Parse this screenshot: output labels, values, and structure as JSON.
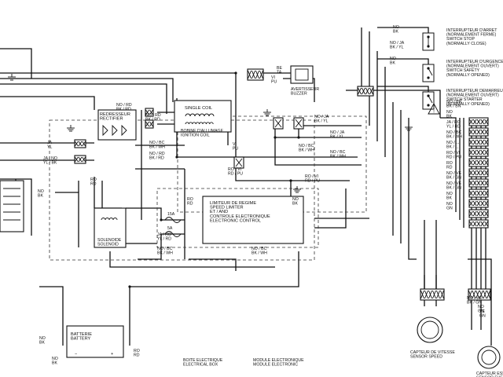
{
  "wire_labels": {
    "no_bk_top": "NO\nBK",
    "be_ta": "BE\nTA",
    "vi_pu": "VI\nPU",
    "no_ja_bk_yl_top": "NO / JA\nBK / YL",
    "no_bk_mid": "NO\nBK",
    "no_rd_bk_rd_a": "NO / RD\nBK / RD",
    "no_rd_bk_rd_b": "NO / RD\nBK / RD",
    "ja_yl": "JA\nYL",
    "ja_no_yl_bk": "JA / NO\nYL / BK",
    "no_bc_bk_wh_a": "NO / BC\nBK / WH",
    "no_rd_bk_rd_c": "NO / RD\nBK / RD",
    "vi_pu_vertical": "VI\nPU",
    "no_ja_bk_yl_mid": "NO / JA\nBK / YL",
    "no_ja_bk_yl_right": "NO / JA\nBK / YL",
    "no_bc_bk_wh_b": "NO / BC\nBK / WH",
    "no_bc_bk_wh_c": "NO / BC\nBK / WH",
    "ro_vi_rd_pu_a": "RO / VI\nRD / PU",
    "ro_vi_rd_pu_b": "RO / VI\nRD / PU",
    "no_bk_limiter": "NO\nBK",
    "ro_rd_a": "RO\nRD",
    "ro_rd_b": "RO\nRD",
    "no_bk_left": "NO\nBK",
    "ja_ro_yl_rd": "JA / RO\nYL / RD",
    "no_bc_bk_wh_d": "NO / BC\nBK / WH",
    "no_bc_bk_wh_e": "NO / BC\nBK / WH",
    "no_bk_battery": "NO\nBK",
    "ro_rd_battery": "RO\nRD",
    "no_bk_bottom": "NO\nBK",
    "no_ve_bk_gn": "NO / VE\nBK / GN",
    "ve_gn": "VE\nGN",
    "no_gn": "NO\nGN"
  },
  "right_connector_labels": [
    "NO / BR\nBK / BN",
    "NO\nBK",
    "JA / RO\nYL / RD",
    "NO / BC\nBK / WH",
    "NO / ...\nBK / ...",
    "RO / VI\nRD / PU",
    "RO\nRD",
    "NO / VE\nBK / GN",
    "NO / VE\nBK / GN",
    "NO\nBK",
    "NO\nGN"
  ],
  "components": {
    "avertisseur": "AVERTISSEUR\nBUZZER",
    "redresseur": "REDRESSEUR\nRECTIFIER",
    "single_coil": "SINGLE COIL",
    "bobine": "BOBINE D'ALLUMAGE\nIGNITION COIL",
    "limiteur": "LIMITEUR DE REGIME\nSPEED LIMITER\nET / AND\nCONTROLE ELECTRONIQUE\nELECTRONIC CONTROL",
    "solenoide": "SOLENOIDE\nSOLENOID",
    "batterie": "BATTERIE\nBATTERY",
    "boite_electrique": "BOITE ELECTRIQUE\nELECTRICAL BOX",
    "module_electronique": "MODULE ELECTRONIQUE\nMODULE ELECTRONIC",
    "capteur_vitesse": "CAPTEUR DE VITESSE\nSENSOR SPEED",
    "capteur_essence": "CAPTEUR ESS\nSENSOR FUEL",
    "fuse_1": "15A",
    "fuse_2": "5A",
    "battery_minus": "−",
    "battery_plus": "+"
  },
  "switches": {
    "stop": "INTERRUPTEUR D'ARRET\n(NORMALEMENT FERME)\nSWITCH STOP\n(NORMALLY CLOSE)",
    "safety": "INTERRUPTEUR D'URGENCE\n(NORMALEMENT OUVERT)\nSWITCH SAFETY\n(NORMALLY OPENED)",
    "starter": "INTERRUPTEUR DEMARREUR\n(NORMALEMENT OUVERT)\nSWITCH STARTER\n(NORMALLY OPENED)"
  },
  "symbols": {
    "warning": "!"
  }
}
